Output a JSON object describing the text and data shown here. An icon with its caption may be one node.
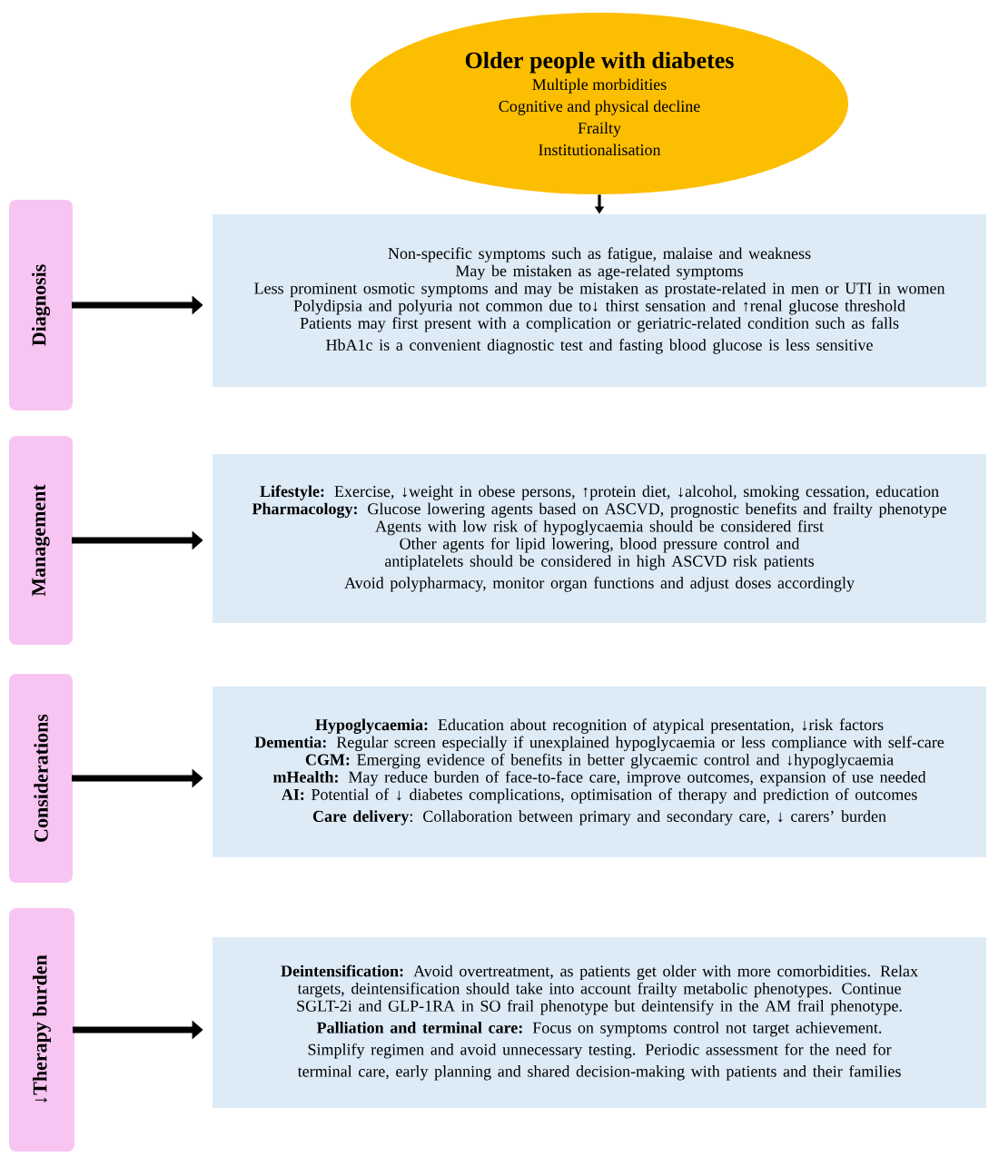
{
  "diagram": {
    "nodes": [
      {
        "text": [
          "Older people with diabetes",
          "Multiple morbidities",
          "Cognitive and physical decline",
          "Frailty",
          "Institutionalisation"
        ]
      },
      {
        "text": [
          "Diagnosis"
        ]
      },
      {
        "text": [
          "Non-specific symptoms such as fatigue, malaise and weakness",
          "May be mistaken as age-related symptoms",
          "Less prominent osmotic symptoms and may be mistaken as prostate-related in men or UTI in women",
          "Polydipsia and polyuria not common due to↓ thirst sensation and ↑renal glucose threshold",
          "Patients may first present with a complication or geriatric-related condition such as falls",
          "HbA1c is a convenient diagnostic test and fasting blood glucose is less sensitive"
        ]
      },
      {
        "text": [
          "Management"
        ]
      },
      {
        "text": [
          "**Lifestyle:** Exercise, ↓weight in obese persons, ↑protein diet, ↓alcohol, smoking cessation, education",
          "**Pharmacology:** Glucose lowering agents based on ASCVD, prognostic benefits and frailty phenotype",
          "Agents with low risk of hypoglycaemia should be considered first",
          "Other agents for lipid lowering, blood pressure control and antiplatelets should be considered in high ASCVD risk patients",
          "Avoid polypharmacy, monitor organ functions and adjust doses accordingly"
        ]
      },
      {
        "text": [
          "Considerations"
        ]
      },
      {
        "text": [
          "**Hypoglycaemia:** Education about recognition of atypical presentation, ↓risk factors",
          "**Dementia:** Regular screen especially if unexplained hypoglycaemia or less compliance with self-care",
          "**CGM:** Emerging evidence of benefits in better glycaemic control and ↓hypoglycaemia",
          "**mHealth:** May reduce burden of face-to-face care, improve outcomes, expansion of use needed",
          "**AI:** Potential of ↓ diabetes complications, optimisation of therapy and prediction of outcomes",
          "**Care delivery**: Collaboration between primary and secondary care, ↓ carers’ burden"
        ]
      },
      {
        "text": [
          "↓Therapy burden"
        ]
      },
      {
        "text": [
          "**Deintensification:** Avoid overtreatment, as patients get older with more comorbidities.  Relax targets, deintensification should take into account frailty metabolic phenotypes.  Continue SGLT-2i and GLP-1RA in SO frail phenotype but deintensify in the AM frail phenotype.",
          "**Palliation and terminal care:** Focus on symptoms control not target achievement.  Simplify regimen and avoid unnecessary testing.  Periodic assessment for the need for terminal care, early planning and shared decision-making with patients and their families"
        ]
      }
    ],
    "edges": [
      {
        "from": 0,
        "to": 2,
        "arrow": "to"
      },
      {
        "from": 1,
        "to": 2,
        "arrow": "to"
      },
      {
        "from": 3,
        "to": 4,
        "arrow": "to"
      },
      {
        "from": 5,
        "to": 6,
        "arrow": "to"
      },
      {
        "from": 7,
        "to": 8,
        "arrow": "to"
      }
    ]
  }
}
